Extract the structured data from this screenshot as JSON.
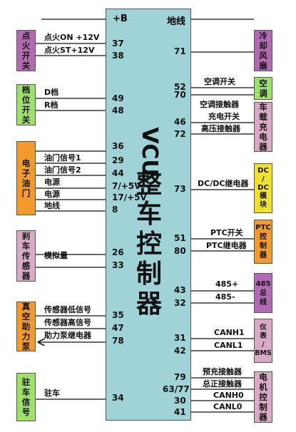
{
  "vcu": {
    "top_left": "+B",
    "top_right": "地线",
    "title_lines": [
      "VCU",
      "整",
      "车",
      "控",
      "制",
      "器"
    ]
  },
  "left_modules": {
    "ignition": {
      "label": [
        "点",
        "火",
        "开",
        "关"
      ],
      "color": "#b26ab3",
      "signals": [
        {
          "label": "点火ON +12V",
          "pin": "37"
        },
        {
          "label": "点火ST+12V",
          "pin": "38"
        }
      ]
    },
    "gear": {
      "label": [
        "档",
        "位",
        "开",
        "关"
      ],
      "color": "#9ee06a",
      "signals": [
        {
          "label": "D档",
          "pin": "49"
        },
        {
          "label": "R档",
          "pin": "48"
        }
      ]
    },
    "throttle": {
      "label": [
        "电",
        "子",
        "油",
        "门"
      ],
      "color": "#f39a2e",
      "signals": [
        {
          "label": "",
          "pin": "36"
        },
        {
          "label": "油门信号1",
          "pin": "29"
        },
        {
          "label": "油门信号2",
          "pin": "44"
        },
        {
          "label": "电源",
          "pin": "7/+5V"
        },
        {
          "label": "电源",
          "pin": "17/+5V"
        },
        {
          "label": "地线",
          "pin": "8"
        }
      ]
    },
    "brake": {
      "label": [
        "刹",
        "车",
        "传",
        "感",
        "器"
      ],
      "color": "#d9aac4",
      "signals": [
        {
          "label": "",
          "pin": "26"
        },
        {
          "label": "模拟量",
          "pin": "33"
        }
      ]
    },
    "vacuum": {
      "label": [
        "真",
        "空",
        "助",
        "力",
        "泵"
      ],
      "color": "#f39a2e",
      "signals": [
        {
          "label": "传感器低信号",
          "pin": "35"
        },
        {
          "label": "传感器高信号",
          "pin": "47"
        },
        {
          "label": "助力泵继电器",
          "pin": "78"
        }
      ]
    },
    "parking": {
      "label": [
        "驻",
        "车",
        "信",
        "号"
      ],
      "color": "#9ee06a",
      "signals": [
        {
          "label": "驻车",
          "pin": "34"
        }
      ]
    }
  },
  "right_modules": {
    "fan": {
      "label": [
        "冷",
        "却",
        "风",
        "扇"
      ],
      "color": "#b26ab3",
      "signals": [
        {
          "label": "",
          "pin": "71"
        }
      ]
    },
    "ac": {
      "label": [
        "空",
        "调"
      ],
      "color": "#9ee06a",
      "signals": [
        {
          "label": "空调开关",
          "pin": "52"
        },
        {
          "label": "",
          "pin": "70"
        }
      ]
    },
    "charger": {
      "label": [
        "车",
        "载",
        "充",
        "电",
        "器"
      ],
      "color": "#d9aac4",
      "signals": [
        {
          "label": "空调接触器",
          "pin": ""
        },
        {
          "label": "充电开关",
          "pin": "46"
        },
        {
          "label": "高压接触器",
          "pin": "72"
        }
      ]
    },
    "dcdc": {
      "label": [
        "DC",
        "/",
        "DC",
        "模",
        "块"
      ],
      "color": "#f0e030",
      "signals": [
        {
          "label": "DC/DC继电器",
          "pin": "73"
        }
      ]
    },
    "ptc": {
      "label": [
        "PTC",
        "控",
        "制",
        "器"
      ],
      "color": "#f39a2e",
      "signals": [
        {
          "label": "PTC开关",
          "pin": "51"
        },
        {
          "label": "PTC继电器",
          "pin": "80"
        }
      ]
    },
    "bus485": {
      "label": [
        "485",
        "总",
        "线"
      ],
      "color": "#b26ab3",
      "signals": [
        {
          "label": "485+",
          "pin": "43"
        },
        {
          "label": "485-",
          "pin": "32"
        }
      ]
    },
    "meter": {
      "label": [
        "仪",
        "表",
        "/",
        "BMS"
      ],
      "color": "#d9aac4",
      "signals": [
        {
          "label": "CANH1",
          "pin": "31"
        },
        {
          "label": "CANL1",
          "pin": "42"
        }
      ]
    },
    "motor": {
      "label": [
        "电",
        "机",
        "控",
        "制",
        "器"
      ],
      "color": "#d9aac4",
      "signals": [
        {
          "label": "预充接触器",
          "pin": "79"
        },
        {
          "label": "总正接触器",
          "pin": "63/77"
        },
        {
          "label": "CANH0",
          "pin": "30"
        },
        {
          "label": "CANL0",
          "pin": "41"
        }
      ]
    }
  }
}
